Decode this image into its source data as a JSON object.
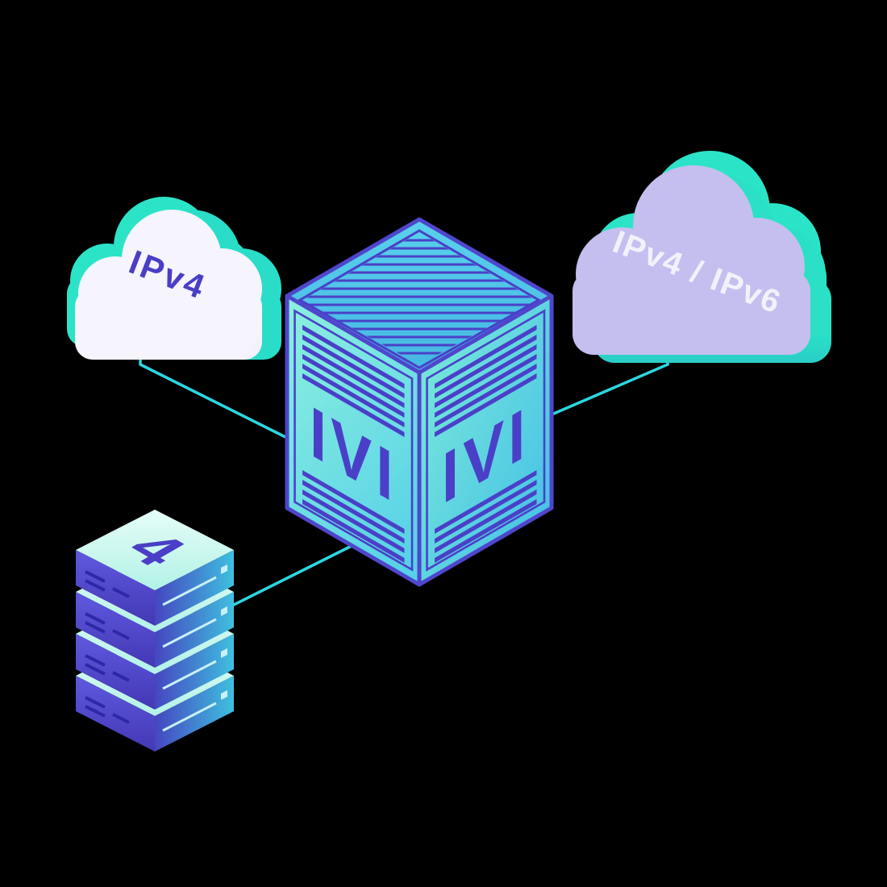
{
  "scene": {
    "description": "Isometric network illustration: an IVI translator cube connects an IPv4 cloud, an IPv4/IPv6 cloud and an IPv4 server stack",
    "background": "#000000"
  },
  "labels": {
    "left_cloud": "IPv4",
    "right_cloud": "IPv4 / IPv6",
    "cube_left_face": "IVI",
    "cube_right_face": "IVI",
    "server_top": "4"
  },
  "diagram": {
    "nodes": [
      {
        "id": "ipv4-cloud",
        "type": "cloud",
        "label": "IPv4"
      },
      {
        "id": "ipv4-ipv6-cloud",
        "type": "cloud",
        "label": "IPv4 / IPv6"
      },
      {
        "id": "ivi-translator-cube",
        "type": "cube",
        "label": "IVI"
      },
      {
        "id": "ipv4-server-stack",
        "type": "server-stack",
        "label": "4"
      }
    ],
    "edges": [
      {
        "from": "ipv4-cloud",
        "to": "ivi-translator-cube"
      },
      {
        "from": "ipv4-ipv6-cloud",
        "to": "ivi-translator-cube"
      },
      {
        "from": "ipv4-server-stack",
        "to": "ivi-translator-cube"
      }
    ]
  },
  "colors": {
    "background": "#000000",
    "connector": "#2cd7e0",
    "teal_accent": "#2be4c8",
    "blue_accent": "#2e62d8",
    "indigo_line": "#4a40c8",
    "left_cloud_fill": "#e4e1f7",
    "right_cloud_fill": "#918ade",
    "cube_face_teal": "#6fe2dc",
    "server_front_indigo": "#5248cc",
    "server_front_blue": "#3f8ad8"
  }
}
